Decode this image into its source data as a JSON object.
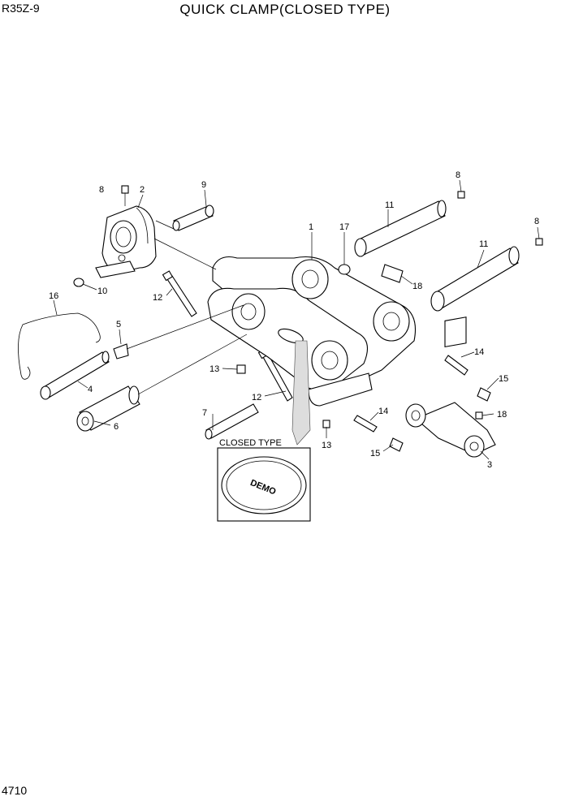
{
  "header": {
    "model": "R35Z-9",
    "title": "QUICK CLAMP(CLOSED TYPE)"
  },
  "footer": {
    "page_number": "4710"
  },
  "inset": {
    "caption": "CLOSED TYPE",
    "logo_text": "DEMO"
  },
  "callouts": {
    "c1": "1",
    "c2": "2",
    "c3": "3",
    "c4": "4",
    "c5": "5",
    "c6": "6",
    "c7": "7",
    "c8a": "8",
    "c8b": "8",
    "c8c": "8",
    "c9": "9",
    "c10": "10",
    "c11a": "11",
    "c11b": "11",
    "c12a": "12",
    "c12b": "12",
    "c13a": "13",
    "c13b": "13",
    "c14a": "14",
    "c14b": "14",
    "c15a": "15",
    "c15b": "15",
    "c16": "16",
    "c17": "17",
    "c18a": "18",
    "c18b": "18"
  }
}
